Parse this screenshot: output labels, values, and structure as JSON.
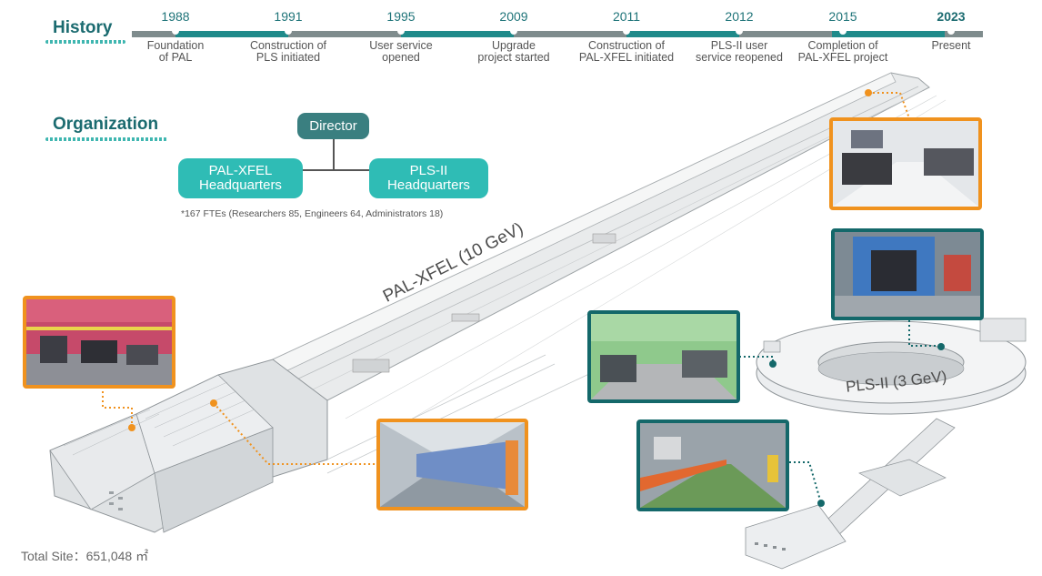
{
  "history": {
    "title": "History",
    "milestones": [
      {
        "year": "1988",
        "desc": [
          "Foundation",
          "of PAL"
        ]
      },
      {
        "year": "1991",
        "desc": [
          "Construction of",
          "PLS initiated"
        ]
      },
      {
        "year": "1995",
        "desc": [
          "User service",
          "opened"
        ]
      },
      {
        "year": "2009",
        "desc": [
          "Upgrade",
          "project started"
        ]
      },
      {
        "year": "2011",
        "desc": [
          "Construction of",
          "PAL-XFEL initiated"
        ]
      },
      {
        "year": "2012",
        "desc": [
          "PLS-II user",
          "service reopened"
        ]
      },
      {
        "year": "2015",
        "desc": [
          "Completion of",
          "PAL-XFEL project"
        ]
      },
      {
        "year": "2023",
        "desc": [
          "Present"
        ]
      }
    ]
  },
  "organization": {
    "title": "Organization",
    "director": "Director",
    "left_hq": [
      "PAL-XFEL",
      "Headquarters"
    ],
    "right_hq": [
      "PLS-II",
      "Headquarters"
    ],
    "note": "*167 FTEs (Researchers 85, Engineers 64, Administrators 18)"
  },
  "facility": {
    "xfel_label": "PAL-XFEL (10 GeV)",
    "pls_label": "PLS-II (3 GeV)",
    "total_site": "Total Site：651,048 ㎡"
  },
  "colors": {
    "teal_dark": "#1b6b70",
    "teal_box": "#2fbcb5",
    "director_box": "#3a7f80",
    "orange": "#f0921e",
    "timeline_grey": "#7f8c8d"
  }
}
